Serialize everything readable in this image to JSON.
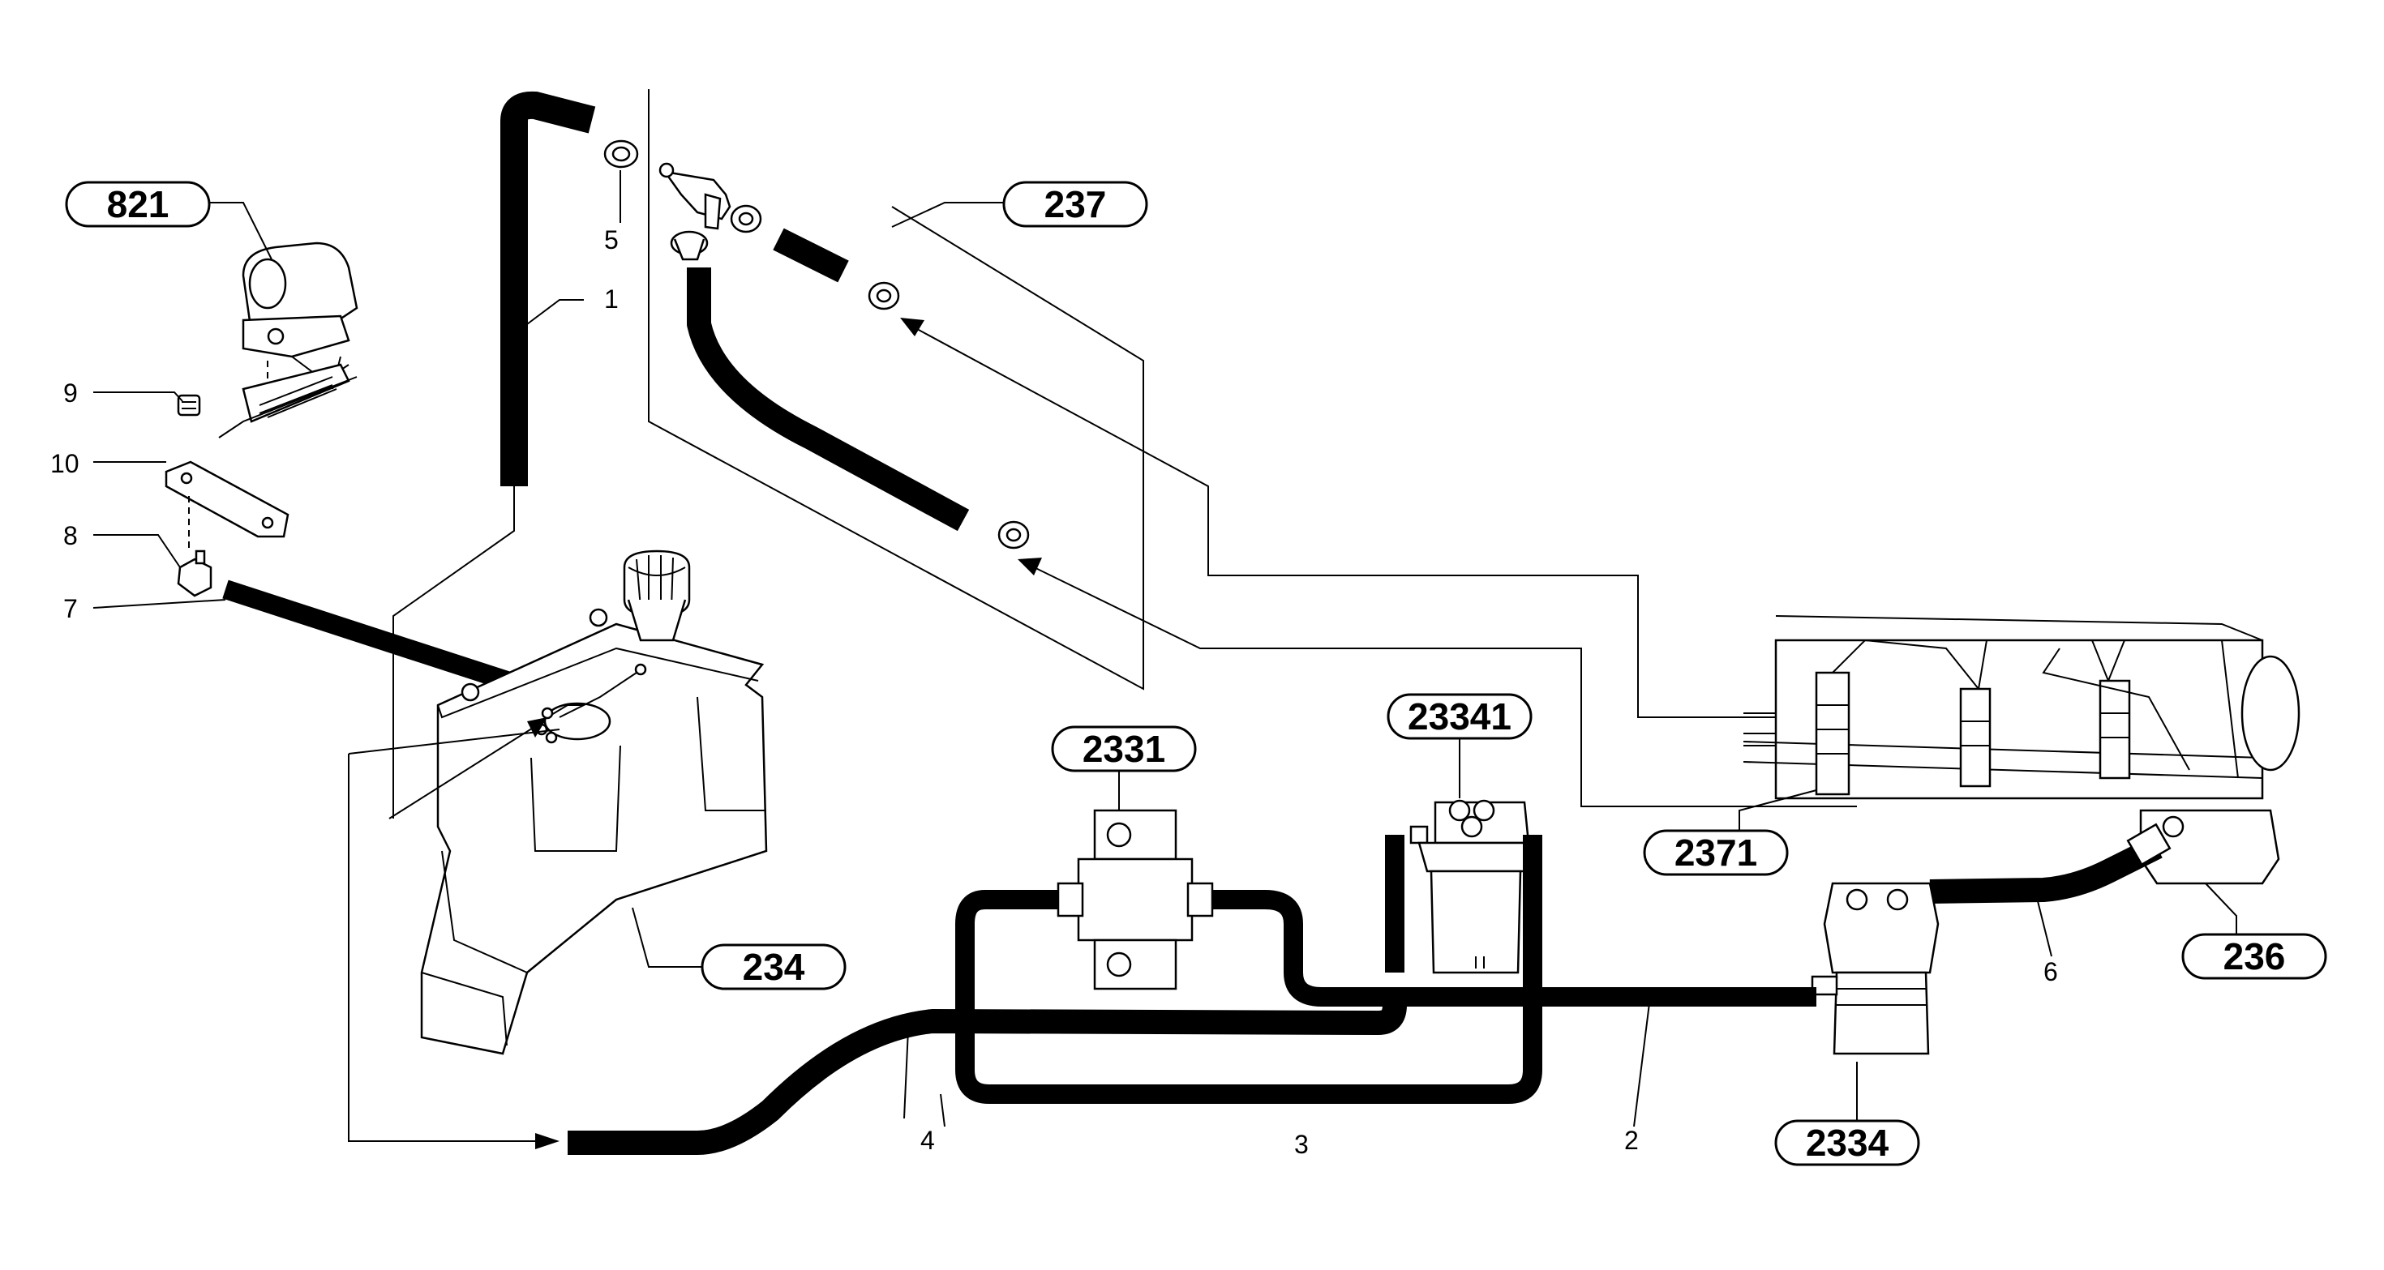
{
  "callouts": {
    "c821": "821",
    "c237": "237",
    "c2331": "2331",
    "c23341": "23341",
    "c234": "234",
    "c2371": "2371",
    "c236": "236",
    "c2334": "2334"
  },
  "items": {
    "i1": "1",
    "i2": "2",
    "i3": "3",
    "i4": "4",
    "i5": "5",
    "i6": "6",
    "i7": "7",
    "i8": "8",
    "i9": "9",
    "i10": "10"
  },
  "colors": {
    "ink": "#000000",
    "paper": "#ffffff"
  }
}
